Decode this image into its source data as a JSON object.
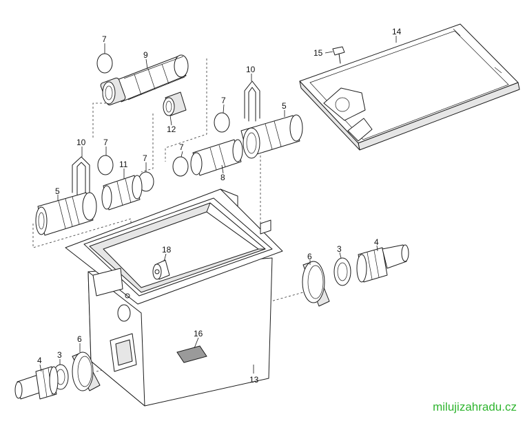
{
  "labels": {
    "l7a": "7",
    "l9": "9",
    "l14": "14",
    "l15": "15",
    "l10a": "10",
    "l10b": "10",
    "l5a": "5",
    "l5b": "5",
    "l7b": "7",
    "l12": "12",
    "l7c": "7",
    "l7d": "7",
    "l11": "11",
    "l7e": "7",
    "l8": "8",
    "l18": "18",
    "l6a": "6",
    "l3a": "3",
    "l4a": "4",
    "l16": "16",
    "l4b": "4",
    "l3b": "3",
    "l6b": "6",
    "l13": "13"
  },
  "watermark": "milujizahradu.cz",
  "colors": {
    "watermark": "#2fb52f",
    "line": "#1a1a1a"
  }
}
